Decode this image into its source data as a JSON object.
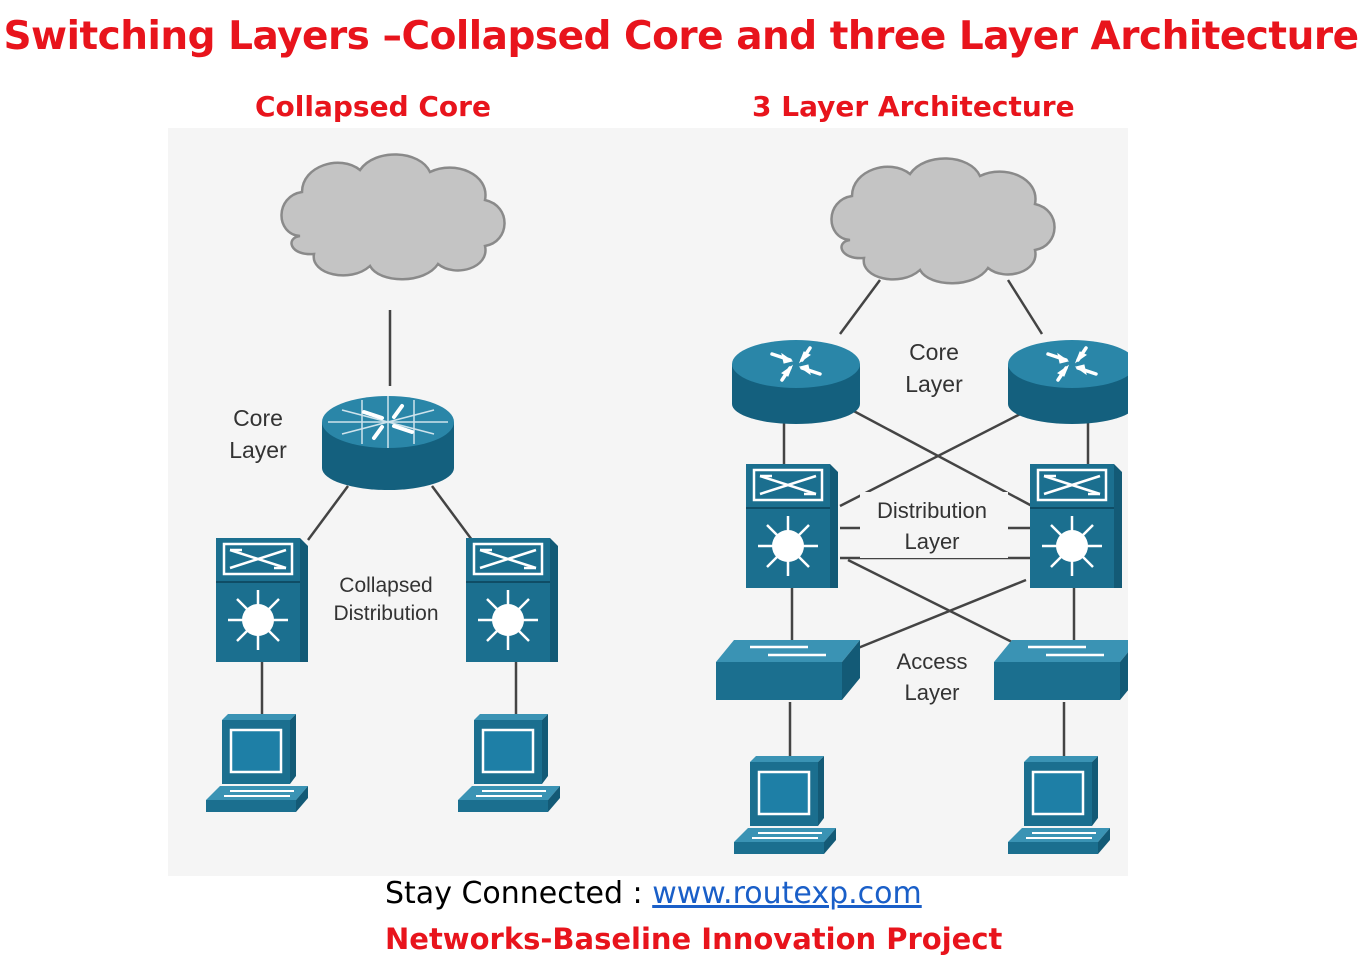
{
  "title": "Switching Layers –Collapsed Core and three Layer Architecture",
  "left_diagram": {
    "heading": "Collapsed Core",
    "core_label_line1": "Core",
    "core_label_line2": "Layer",
    "dist_label_line1": "Collapsed",
    "dist_label_line2": "Distribution"
  },
  "right_diagram": {
    "heading": "3 Layer Architecture",
    "core_label_line1": "Core",
    "core_label_line2": "Layer",
    "dist_label_line1": "Distribution",
    "dist_label_line2": "Layer",
    "access_label_line1": "Access",
    "access_label_line2": "Layer"
  },
  "footer": {
    "stay_connected": "Stay Connected : ",
    "link_text": "www.routexp.com",
    "project": "Networks-Baseline Innovation Project"
  },
  "colors": {
    "title": "#e8141c",
    "device_fill": "#1b6f8f",
    "cloud_fill": "#c4c4c4",
    "link": "#1a5fc8"
  },
  "icons": [
    "cloud-icon",
    "router-icon",
    "multilayer-switch-icon",
    "workgroup-switch-icon",
    "workstation-icon"
  ]
}
